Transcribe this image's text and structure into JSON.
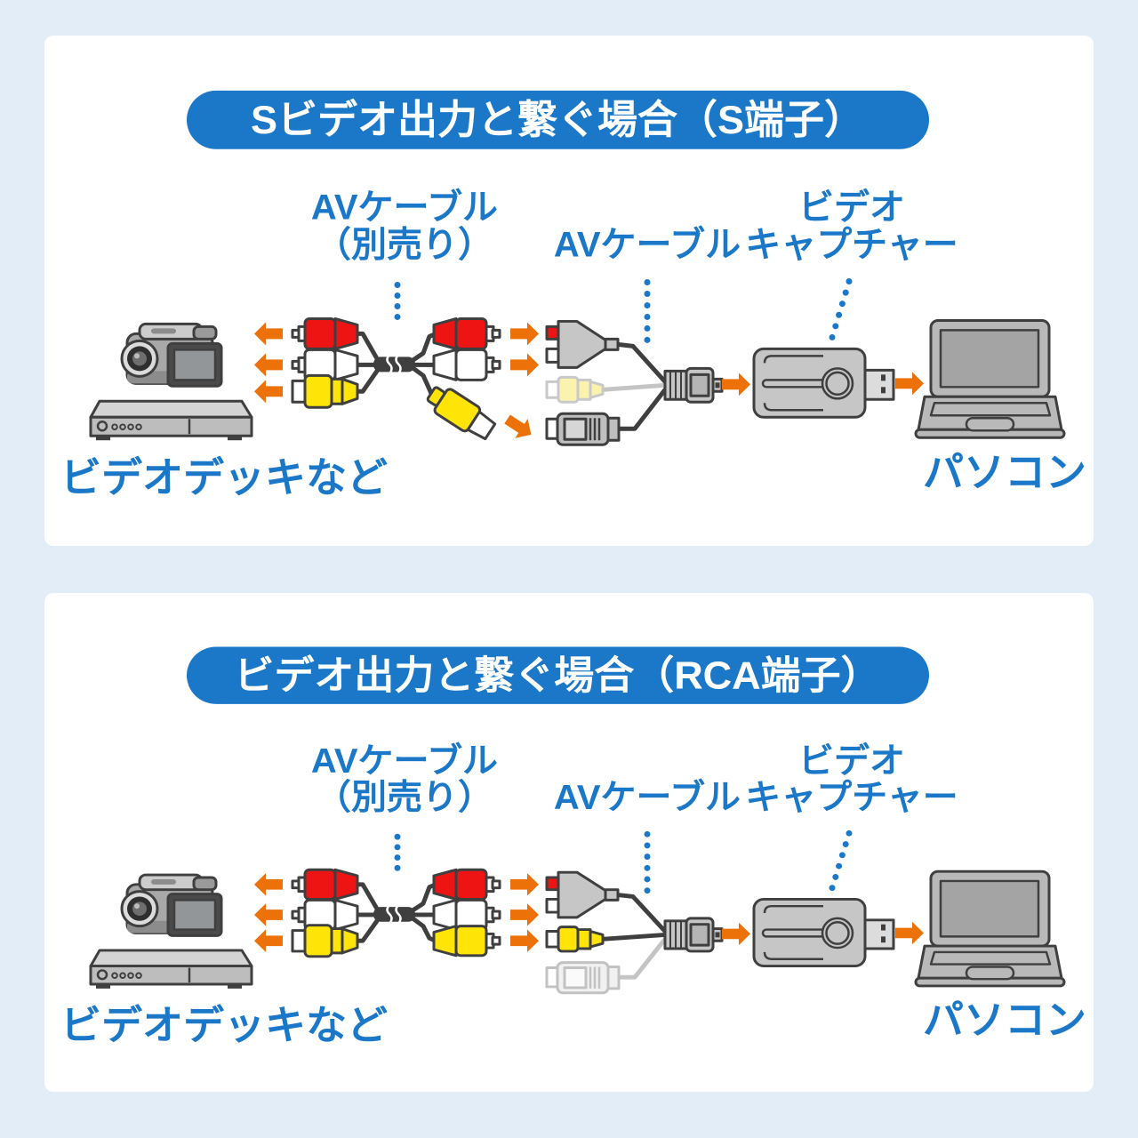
{
  "page": {
    "background": "#e3edf7",
    "panel_background": "#ffffff"
  },
  "colors": {
    "banner_blue": "#1b78c8",
    "label_blue": "#1b78c8",
    "arrow_orange": "#ed7109",
    "rca_red": "#ee1414",
    "rca_yellow": "#ffe408",
    "faded_yellow": "#fbf2ae",
    "connector_gray": "#c6c6c6",
    "outline_gray": "#3f3f3f"
  },
  "panel_top": {
    "title": "Sビデオ出力と繋ぐ場合（S端子）",
    "mode": "svideo",
    "labels": {
      "opt1": "AVケーブル",
      "opt2": "（別売り）",
      "av": "AVケーブル",
      "cap1": "ビデオ",
      "cap2": "キャプチャー",
      "source": "ビデオデッキなど",
      "pc": "パソコン"
    }
  },
  "panel_bottom": {
    "title": "ビデオ出力と繋ぐ場合（RCA端子）",
    "mode": "rca",
    "labels": {
      "opt1": "AVケーブル",
      "opt2": "（別売り）",
      "av": "AVケーブル",
      "cap1": "ビデオ",
      "cap2": "キャプチャー",
      "source": "ビデオデッキなど",
      "pc": "パソコン"
    }
  }
}
